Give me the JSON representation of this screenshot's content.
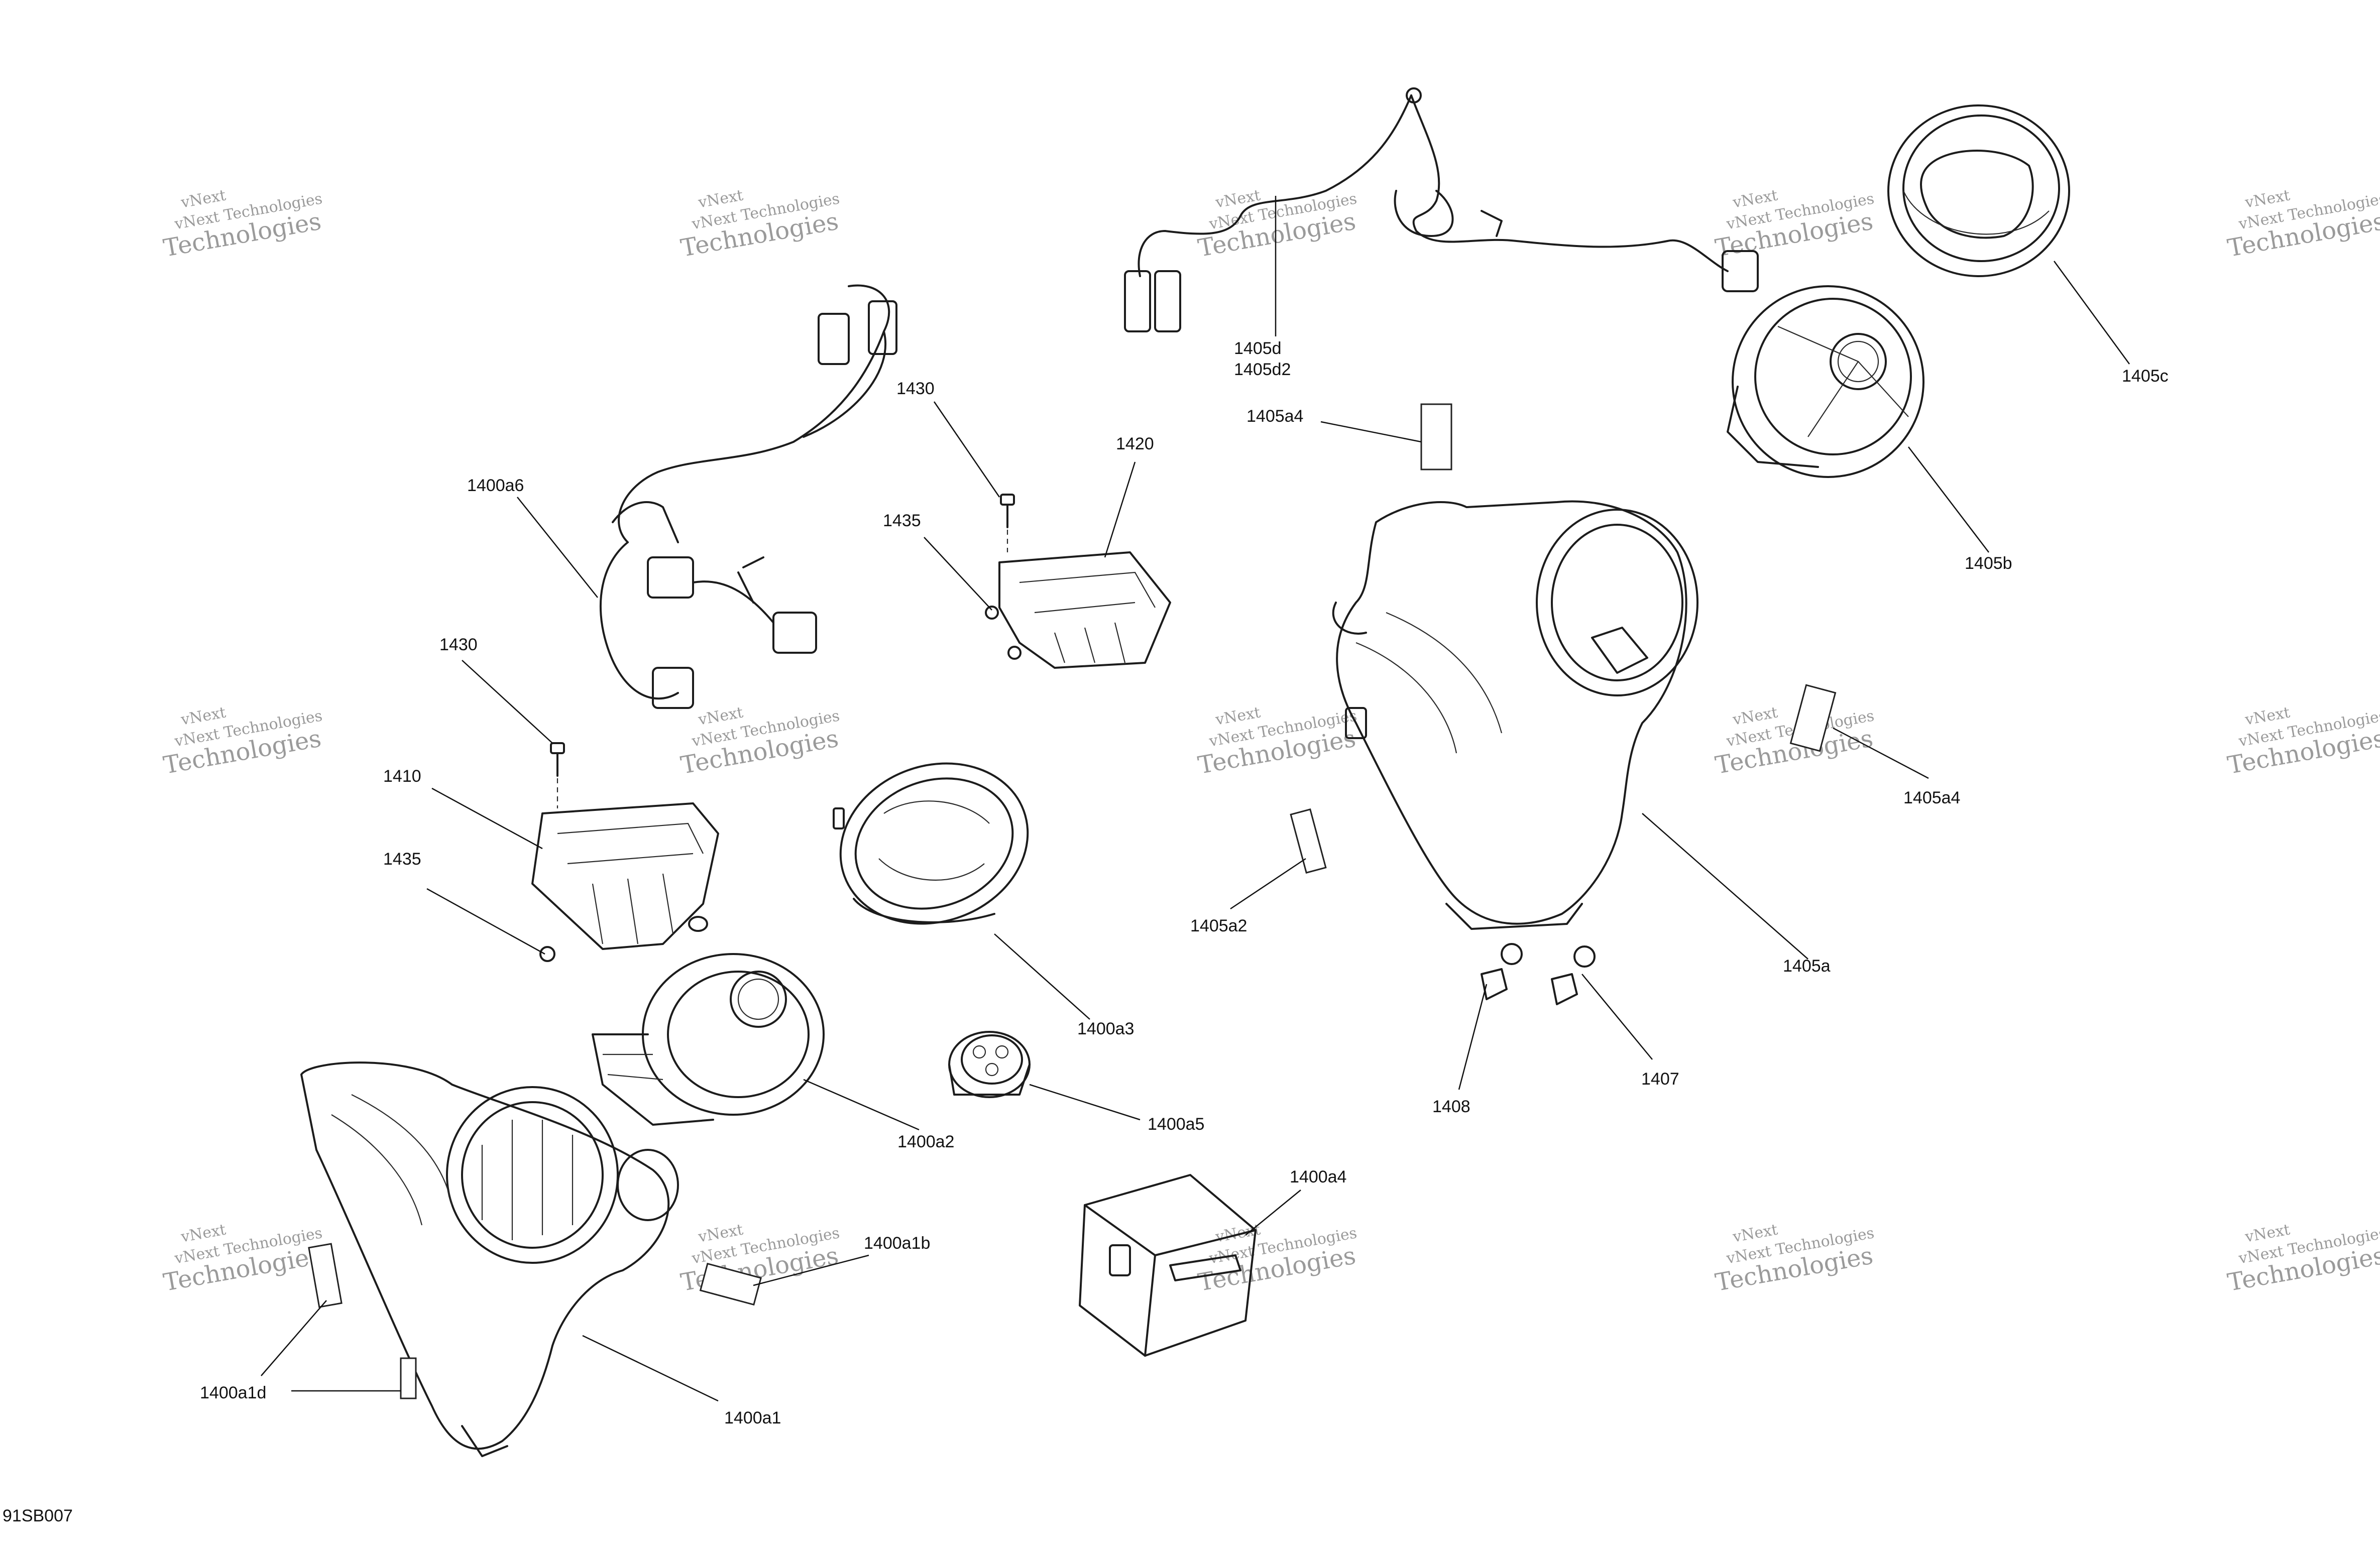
{
  "diagram_code": "91SB007",
  "watermark": {
    "line1": "vNext",
    "line2": "vNext Technologies",
    "line3": "Technologies"
  },
  "callouts": [
    {
      "id": "1400a6",
      "text": "1400a6"
    },
    {
      "id": "1430a",
      "text": "1430"
    },
    {
      "id": "1430b",
      "text": "1430"
    },
    {
      "id": "1435a",
      "text": "1435"
    },
    {
      "id": "1435b",
      "text": "1435"
    },
    {
      "id": "1420",
      "text": "1420"
    },
    {
      "id": "1410",
      "text": "1410"
    },
    {
      "id": "1405d",
      "text": "1405d"
    },
    {
      "id": "1405d2",
      "text": "1405d2"
    },
    {
      "id": "1405a4a",
      "text": "1405a4"
    },
    {
      "id": "1405a4b",
      "text": "1405a4"
    },
    {
      "id": "1405c",
      "text": "1405c"
    },
    {
      "id": "1405b",
      "text": "1405b"
    },
    {
      "id": "1405a2",
      "text": "1405a2"
    },
    {
      "id": "1405a",
      "text": "1405a"
    },
    {
      "id": "1400a3",
      "text": "1400a3"
    },
    {
      "id": "1400a5",
      "text": "1400a5"
    },
    {
      "id": "1400a2",
      "text": "1400a2"
    },
    {
      "id": "1408",
      "text": "1408"
    },
    {
      "id": "1407",
      "text": "1407"
    },
    {
      "id": "1400a4",
      "text": "1400a4"
    },
    {
      "id": "1400a1b",
      "text": "1400a1b"
    },
    {
      "id": "1400a1d",
      "text": "1400a1d"
    },
    {
      "id": "1400a1",
      "text": "1400a1"
    }
  ]
}
